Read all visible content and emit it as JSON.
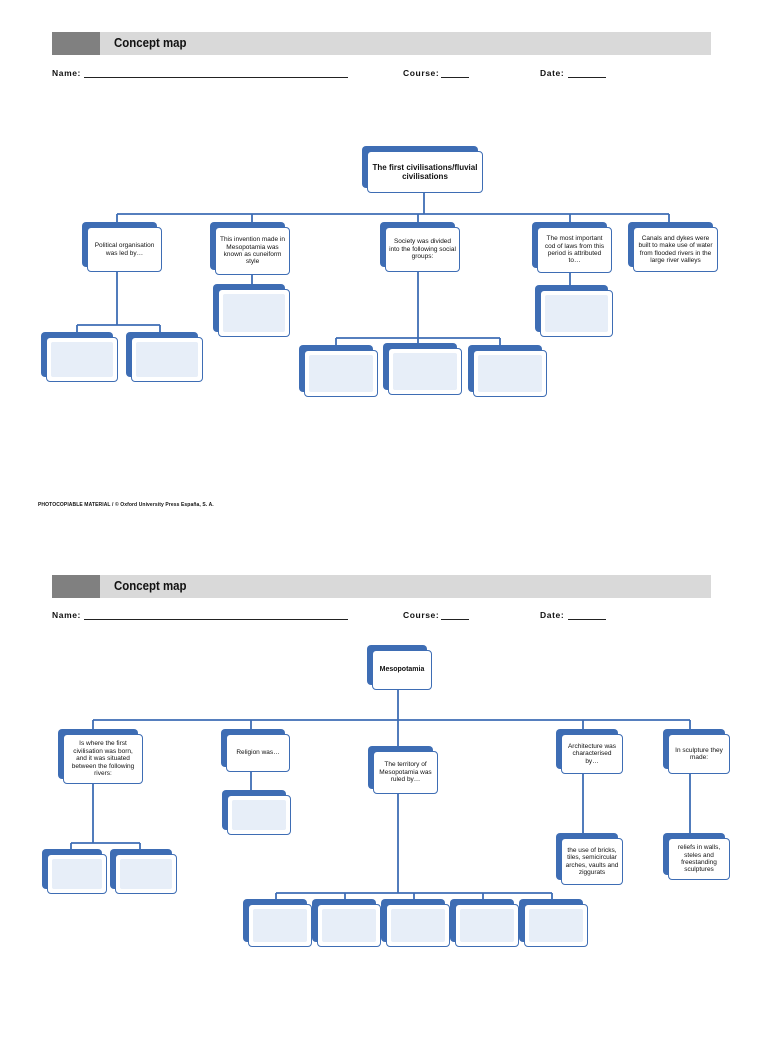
{
  "sheet1": {
    "title": "Concept map",
    "name_label": "Name:",
    "course_label": "Course:",
    "date_label": "Date:",
    "root": "The first civilisations/fluvial civilisations",
    "branches": [
      "Political organisation was led by…",
      "This invention made in Mesopotamia was known as cuneiform style",
      "Society was divided into the following social groups:",
      "The most important cod of laws from this period is attributed to…",
      "Canals and dykes were built to make use of water from flooded rivers in the large river valleys"
    ]
  },
  "footer": "PHOTOCOPIABLE MATERIAL / © Oxford University Press España, S. A.",
  "sheet2": {
    "title": "Concept map",
    "name_label": "Name:",
    "course_label": "Course:",
    "date_label": "Date:",
    "root": "Mesopotamia",
    "branches": [
      "Is where the first civilisation was born, and it was situated between the following rivers:",
      "Religion was…",
      "The territory of Mesopotamia was ruled by…",
      "Architecture was characterised by…",
      "In sculpture they made:"
    ],
    "answers": [
      "the use of bricks, tiles, semicircular arches, vaults and ziggurats",
      "reliefs in walls, steles and freestanding sculptures"
    ]
  }
}
